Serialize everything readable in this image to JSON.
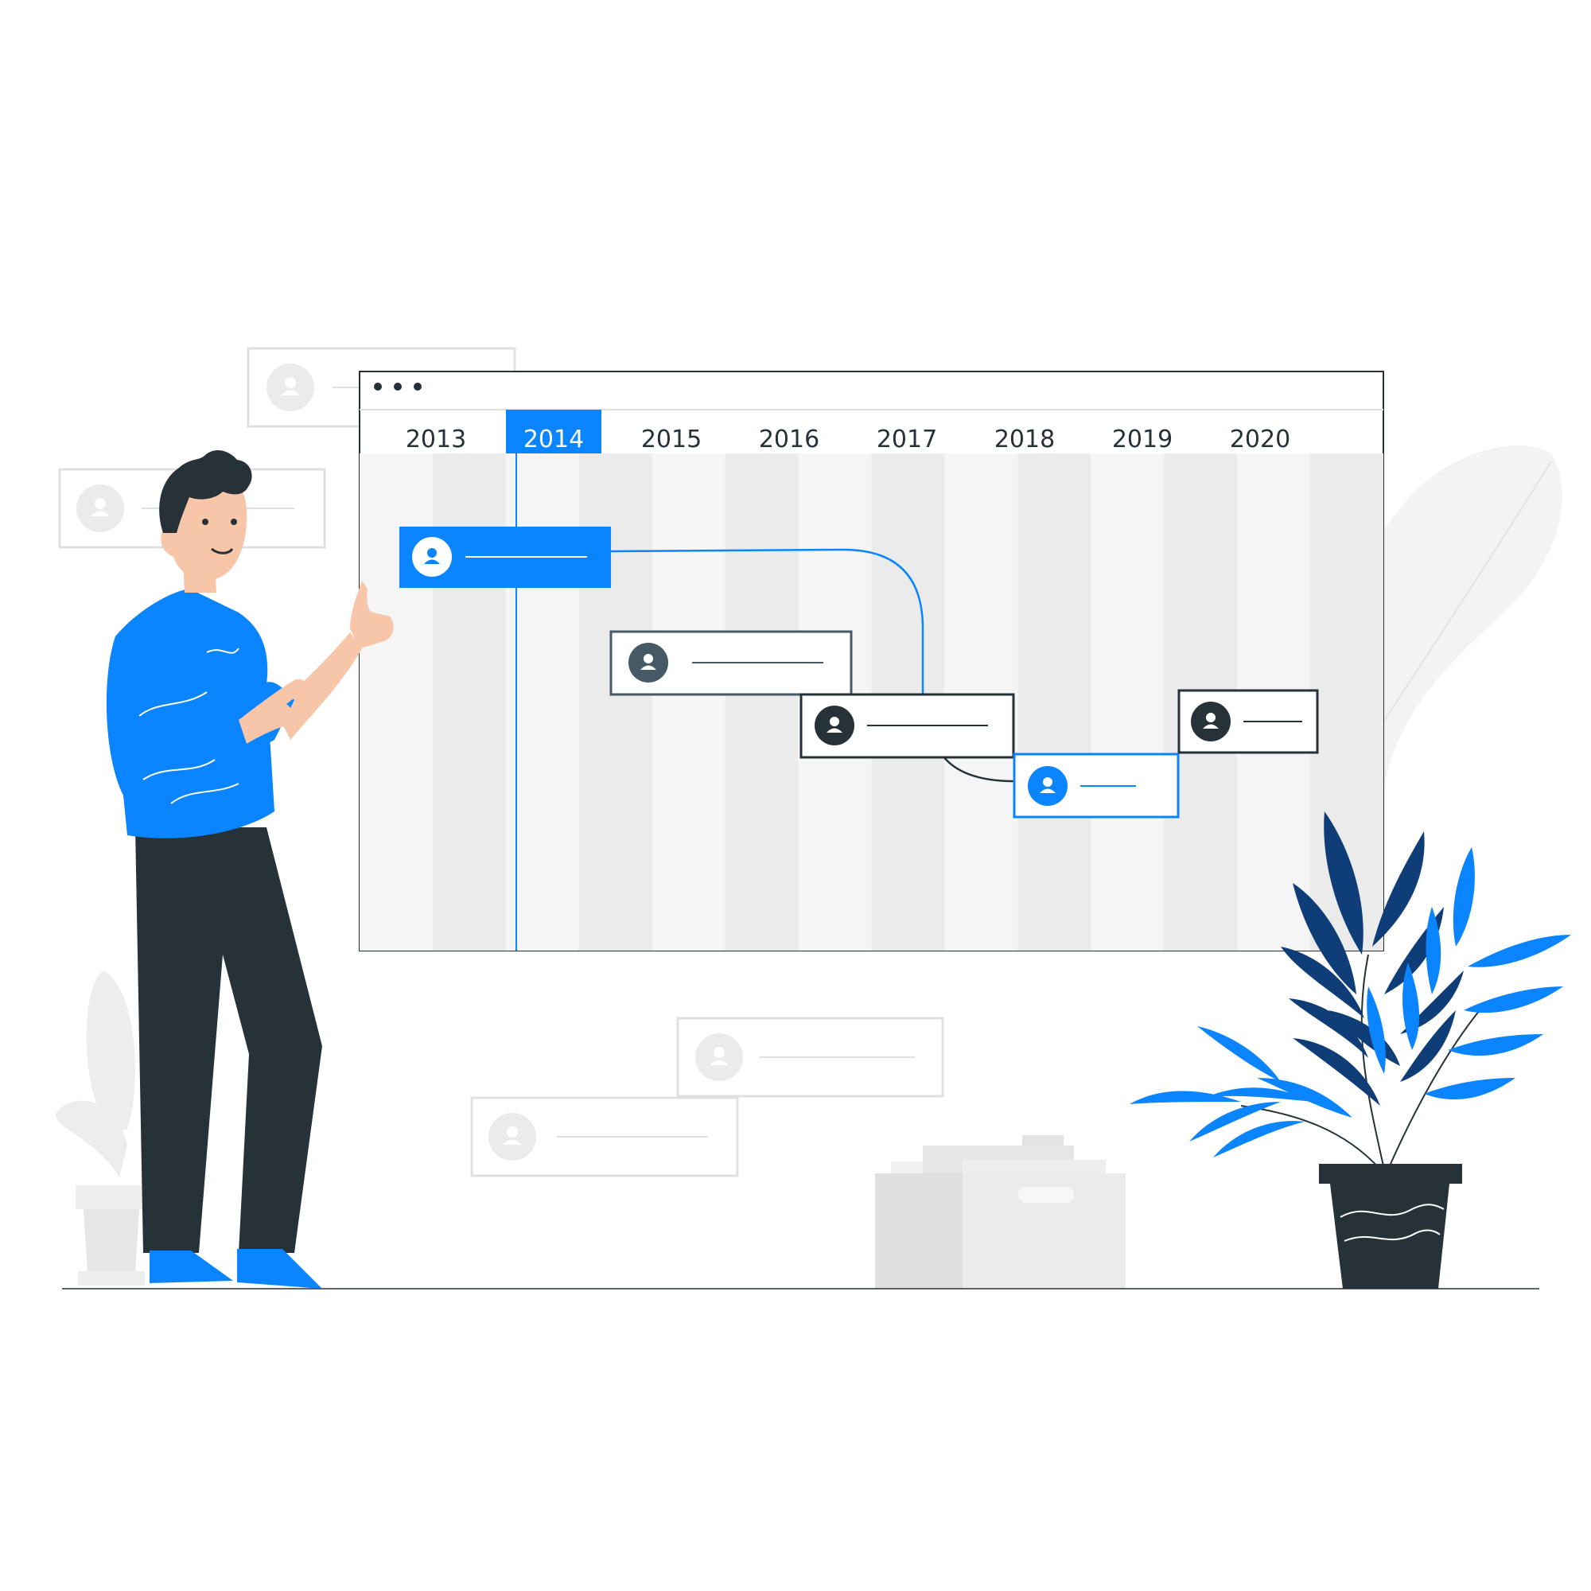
{
  "timeline": {
    "years": [
      "2013",
      "2014",
      "2015",
      "2016",
      "2017",
      "2018",
      "2019",
      "2020"
    ],
    "selected_year": "2014"
  },
  "colors": {
    "accent": "#0a84ff",
    "dark": "#263238",
    "avatar_gray": "#455a64",
    "column_light": "#f5f5f5",
    "column_dark": "#ebebeb",
    "faded": "#e0e0e0",
    "plant_dark": "#0f3d78"
  },
  "icons": {
    "window_controls": "three-dots-icon",
    "avatar": "user-icon",
    "plant": "plant-icon",
    "box": "box-icon"
  }
}
